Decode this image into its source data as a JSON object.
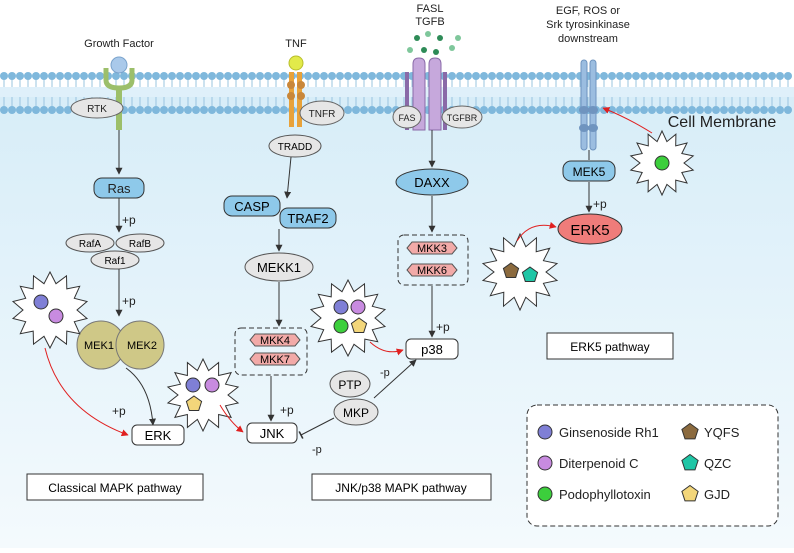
{
  "ligands": {
    "growth_factor": "Growth Factor",
    "tnf": "TNF",
    "fasl": "FASL",
    "tgfb": "TGFB",
    "egf_line1": "EGF, ROS or",
    "egf_line2": "Srk tyrosinkinase",
    "egf_line3": "downstream"
  },
  "membrane_label": "Cell Membrane",
  "receptors": {
    "rtk": "RTK",
    "tnfr": "TNFR",
    "fas": "FAS",
    "tgfbr": "TGFBR"
  },
  "nodes": {
    "tradd": "TRADD",
    "ras": "Ras",
    "casp": "CASP",
    "traf2": "TRAF2",
    "daxx": "DAXX",
    "mek5": "MEK5",
    "erk5": "ERK5",
    "rafa": "RafA",
    "rafb": "RafB",
    "raf1": "Raf1",
    "mekk1": "MEKK1",
    "mkk3": "MKK3",
    "mkk6": "MKK6",
    "mkk4": "MKK4",
    "mkk7": "MKK7",
    "mek1": "MEK1",
    "mek2": "MEK2",
    "p38": "p38",
    "ptp": "PTP",
    "mkp": "MKP",
    "erk": "ERK",
    "jnk": "JNK"
  },
  "edge_labels": {
    "plus_p": "+p",
    "minus_p": "-p"
  },
  "pathways": {
    "classical": "Classical MAPK pathway",
    "jnk_p38": "JNK/p38 MAPK pathway",
    "erk5": "ERK5 pathway"
  },
  "legend": [
    {
      "label": "Ginsenoside Rh1",
      "color": "#7f7fd6",
      "shape": "circle"
    },
    {
      "label": "YQFS",
      "color": "#8b6a3e",
      "shape": "pentagon"
    },
    {
      "label": "Diterpenoid C",
      "color": "#c88be0",
      "shape": "circle"
    },
    {
      "label": "QZC",
      "color": "#1fc6a6",
      "shape": "pentagon"
    },
    {
      "label": "Podophyllotoxin",
      "color": "#3ccf3c",
      "shape": "circle"
    },
    {
      "label": "GJD",
      "color": "#f3d67a",
      "shape": "pentagon"
    }
  ],
  "colors": {
    "blue_node": "#8ec9ea",
    "pink_node": "#f2aaa8",
    "olive_node": "#cfc887",
    "gray_node": "#e6e6e6",
    "inhibit_arrow": "#e02020",
    "membrane": "#7fb8dc",
    "cytoplasm": "#e7f4fb"
  }
}
